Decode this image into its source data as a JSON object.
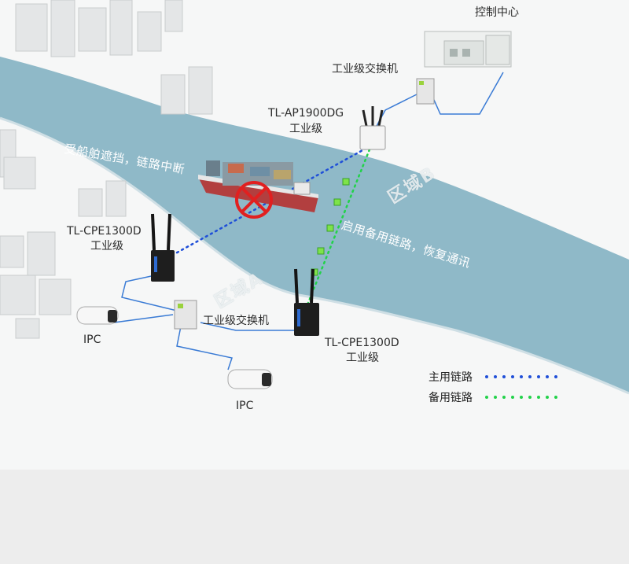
{
  "labels": {
    "control_center": "控制中心",
    "switch_top": "工业级交换机",
    "ap_model": "TL-AP1900DG",
    "ap_grade": "工业级",
    "cpe_left_model": "TL-CPE1300D",
    "cpe_left_grade": "工业级",
    "switch_bottom": "工业级交换机",
    "cpe_right_model": "TL-CPE1300D",
    "cpe_right_grade": "工业级",
    "ipc_left": "IPC",
    "ipc_bottom": "IPC"
  },
  "annotations": {
    "blocked": "受船舶遮挡，链路中断",
    "backup_enabled": "启用备用链路，恢复通讯",
    "zone_a": "区域A",
    "zone_b": "区域B"
  },
  "legend": {
    "primary": "主用链路",
    "backup": "备用链路"
  },
  "colors": {
    "primary_link": "#1f4fd8",
    "backup_link": "#22d24a",
    "river": "#8fb9c8",
    "blocked_mark": "#e12020",
    "cable": "#3a7bd5"
  }
}
